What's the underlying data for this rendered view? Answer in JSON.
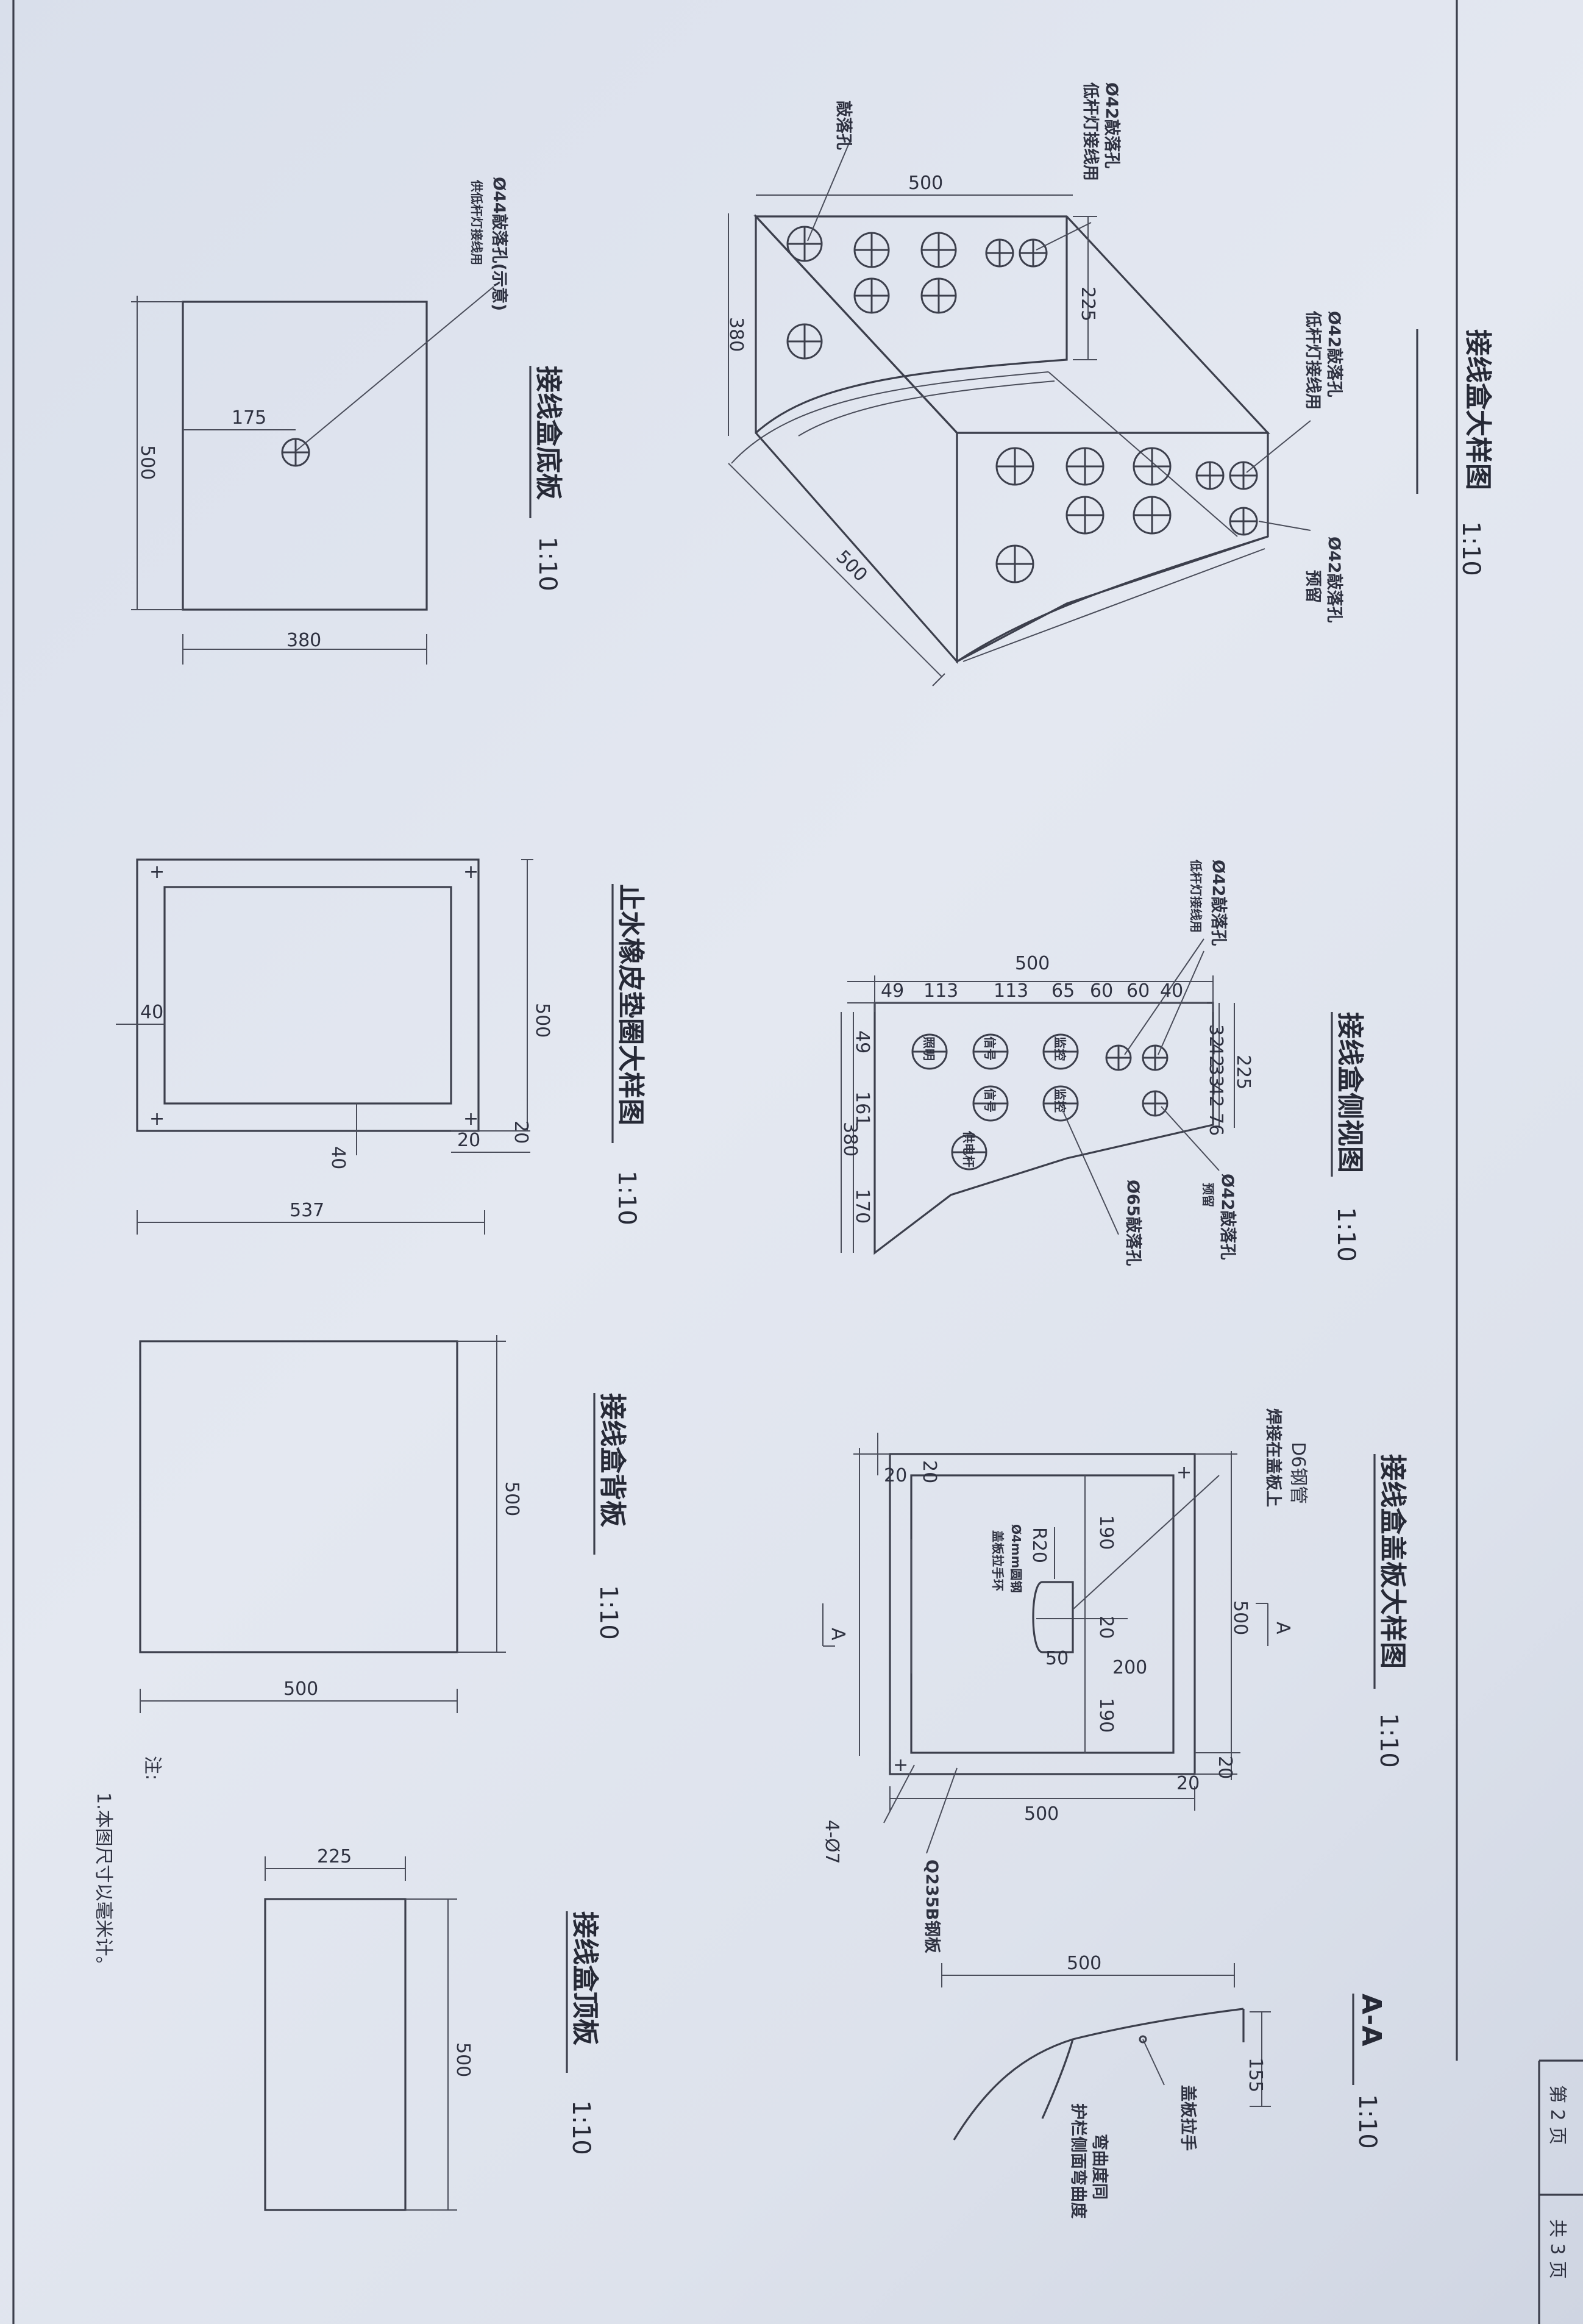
{
  "titles": {
    "big_box": "接线盒大样图",
    "side_view": "接线盒侧视图",
    "cover_plate": "接线盒盖板大样图",
    "bottom_plate": "接线盒底板",
    "gasket": "止水橡皮垫圈大样图",
    "back_plate": "接线盒背板",
    "top_plate": "接线盒顶板",
    "section": "A-A"
  },
  "scale": "1:10",
  "big_box": {
    "label_knock": "敲落孔",
    "label_d42_top_a": "Ø42敲落孔",
    "label_d42_top_b": "低杆灯接线用",
    "label_d42_mid_a": "Ø42敲落孔",
    "label_d42_mid_b": "低杆灯接线用",
    "label_d42_right_a": "Ø42敲落孔",
    "label_d42_right_b": "预留",
    "dim_500_top": "500",
    "dim_225": "225",
    "dim_380": "380",
    "dim_500_bottom": "500"
  },
  "bottom_plate": {
    "label_a": "Ø44敲落孔(示意)",
    "label_b": "供低杆灯接线用",
    "dim_175": "175",
    "dim_500": "500",
    "dim_380": "380"
  },
  "side_view": {
    "label_top_a": "Ø42敲落孔",
    "label_top_b": "低杆灯接线用",
    "label_right_a": "Ø42敲落孔",
    "label_right_b": "预留",
    "label_d65": "Ø65敲落孔",
    "hole_labels": [
      "照明",
      "信号",
      "监控",
      "信号",
      "监控",
      "供电杆"
    ],
    "dims_top": [
      "49",
      "113",
      "113",
      "65",
      "60",
      "60",
      "40"
    ],
    "dim_total": "500",
    "dims_left": [
      "49",
      "161",
      "170"
    ],
    "dim_380": "380",
    "dims_right": [
      "32",
      "42",
      "33",
      "42",
      "76"
    ],
    "dim_225": "225"
  },
  "gasket": {
    "dim_500": "500",
    "dim_40a": "40",
    "dim_40b": "40",
    "dim_20a": "20",
    "dim_20b": "20",
    "dim_537": "537"
  },
  "cover_plate": {
    "label_d6_a": "D6钢管",
    "label_d6_b": "焊接在盖板上",
    "label_r20": "R20",
    "label_wire_a": "Ø4mm圆钢",
    "label_wire_b": "盖板拉手环",
    "dims": [
      "190",
      "20",
      "190",
      "50",
      "200",
      "500",
      "20",
      "20",
      "20",
      "20",
      "500"
    ],
    "section_a1": "A",
    "section_a2": "A",
    "label_holes": "4-Ø7",
    "label_steel": "Q235B钢板"
  },
  "back_plate": {
    "dim_500_v": "500",
    "dim_500_h": "500"
  },
  "top_plate": {
    "dim_225": "225",
    "dim_500": "500"
  },
  "section_aa": {
    "dim_500": "500",
    "dim_155": "155",
    "label_handle": "盖板拉手",
    "label_curve_a": "弯曲度同",
    "label_curve_b": "护栏侧面弯曲度"
  },
  "notes": {
    "heading": "注:",
    "line1": "1.本图尺寸以毫米计。"
  },
  "title_block": {
    "page": "第 2 页",
    "total": "共 3 页"
  }
}
